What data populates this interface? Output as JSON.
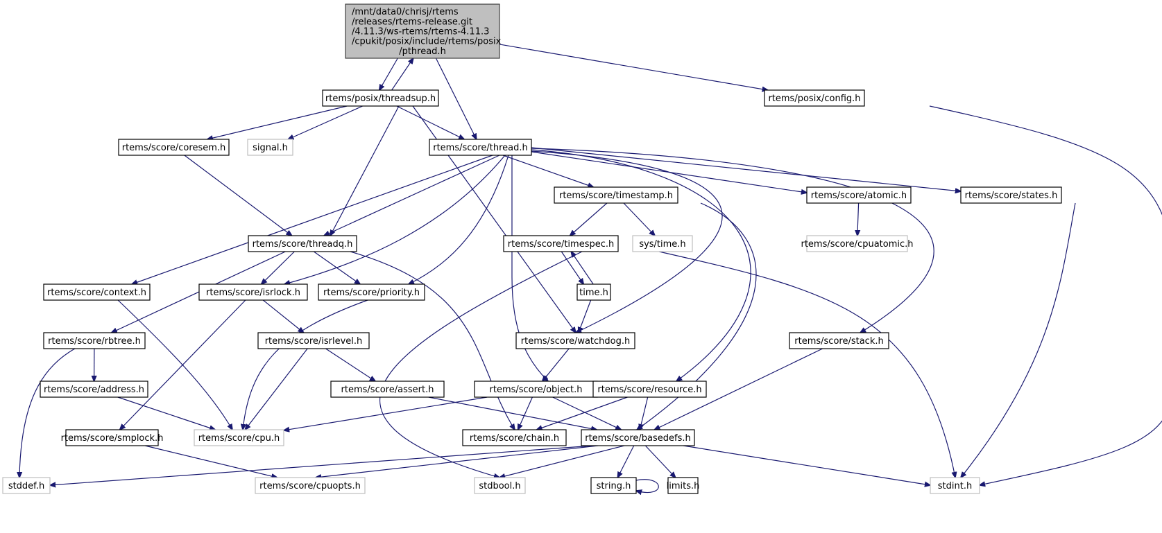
{
  "diagram": {
    "type": "include-dependency-graph",
    "root": "pthread",
    "colors": {
      "edge": "#191970",
      "root_fill": "#bfbfbf",
      "root_border": "#404040",
      "documented_border": "#000000",
      "undocumented_border": "#bfbfbf",
      "node_fill": "#ffffff"
    },
    "nodes": [
      {
        "id": "pthread",
        "label_lines": [
          "/mnt/data0/chrisj/rtems",
          "/releases/rtems-release.git",
          "/4.11.3/ws-rtems/rtems-4.11.3",
          "/cpukit/posix/include/rtems/posix",
          "/pthread.h"
        ],
        "kind": "root"
      },
      {
        "id": "threadsup",
        "label_lines": [
          "rtems/posix/threadsup.h"
        ],
        "kind": "documented"
      },
      {
        "id": "config",
        "label_lines": [
          "rtems/posix/config.h"
        ],
        "kind": "documented"
      },
      {
        "id": "coresem",
        "label_lines": [
          "rtems/score/coresem.h"
        ],
        "kind": "documented"
      },
      {
        "id": "signal",
        "label_lines": [
          "signal.h"
        ],
        "kind": "external"
      },
      {
        "id": "thread",
        "label_lines": [
          "rtems/score/thread.h"
        ],
        "kind": "documented"
      },
      {
        "id": "timestamp",
        "label_lines": [
          "rtems/score/timestamp.h"
        ],
        "kind": "documented"
      },
      {
        "id": "atomic",
        "label_lines": [
          "rtems/score/atomic.h"
        ],
        "kind": "documented"
      },
      {
        "id": "states",
        "label_lines": [
          "rtems/score/states.h"
        ],
        "kind": "documented"
      },
      {
        "id": "threadq",
        "label_lines": [
          "rtems/score/threadq.h"
        ],
        "kind": "documented"
      },
      {
        "id": "timespec",
        "label_lines": [
          "rtems/score/timespec.h"
        ],
        "kind": "documented"
      },
      {
        "id": "systime",
        "label_lines": [
          "sys/time.h"
        ],
        "kind": "external"
      },
      {
        "id": "cpuatomic",
        "label_lines": [
          "rtems/score/cpuatomic.h"
        ],
        "kind": "external"
      },
      {
        "id": "context",
        "label_lines": [
          "rtems/score/context.h"
        ],
        "kind": "documented"
      },
      {
        "id": "isrlock",
        "label_lines": [
          "rtems/score/isrlock.h"
        ],
        "kind": "documented"
      },
      {
        "id": "priority",
        "label_lines": [
          "rtems/score/priority.h"
        ],
        "kind": "documented"
      },
      {
        "id": "time",
        "label_lines": [
          "time.h"
        ],
        "kind": "documented"
      },
      {
        "id": "rbtree",
        "label_lines": [
          "rtems/score/rbtree.h"
        ],
        "kind": "documented"
      },
      {
        "id": "isrlevel",
        "label_lines": [
          "rtems/score/isrlevel.h"
        ],
        "kind": "documented"
      },
      {
        "id": "watchdog",
        "label_lines": [
          "rtems/score/watchdog.h"
        ],
        "kind": "documented"
      },
      {
        "id": "stack",
        "label_lines": [
          "rtems/score/stack.h"
        ],
        "kind": "documented"
      },
      {
        "id": "address",
        "label_lines": [
          "rtems/score/address.h"
        ],
        "kind": "documented"
      },
      {
        "id": "assert",
        "label_lines": [
          "rtems/score/assert.h"
        ],
        "kind": "documented"
      },
      {
        "id": "object",
        "label_lines": [
          "rtems/score/object.h"
        ],
        "kind": "documented"
      },
      {
        "id": "resource",
        "label_lines": [
          "rtems/score/resource.h"
        ],
        "kind": "documented"
      },
      {
        "id": "smplock",
        "label_lines": [
          "rtems/score/smplock.h"
        ],
        "kind": "documented"
      },
      {
        "id": "cpu",
        "label_lines": [
          "rtems/score/cpu.h"
        ],
        "kind": "external"
      },
      {
        "id": "chain",
        "label_lines": [
          "rtems/score/chain.h"
        ],
        "kind": "documented"
      },
      {
        "id": "basedefs",
        "label_lines": [
          "rtems/score/basedefs.h"
        ],
        "kind": "documented"
      },
      {
        "id": "stddef",
        "label_lines": [
          "stddef.h"
        ],
        "kind": "external"
      },
      {
        "id": "cpuopts",
        "label_lines": [
          "rtems/score/cpuopts.h"
        ],
        "kind": "external"
      },
      {
        "id": "stdbool",
        "label_lines": [
          "stdbool.h"
        ],
        "kind": "external"
      },
      {
        "id": "string",
        "label_lines": [
          "string.h"
        ],
        "kind": "documented"
      },
      {
        "id": "limits",
        "label_lines": [
          "limits.h"
        ],
        "kind": "documented"
      },
      {
        "id": "stdint",
        "label_lines": [
          "stdint.h"
        ],
        "kind": "external"
      }
    ],
    "edges": [
      [
        "pthread",
        "threadsup"
      ],
      [
        "threadsup",
        "pthread"
      ],
      [
        "pthread",
        "thread"
      ],
      [
        "pthread",
        "config"
      ],
      [
        "threadsup",
        "coresem"
      ],
      [
        "threadsup",
        "signal"
      ],
      [
        "threadsup",
        "thread"
      ],
      [
        "threadsup",
        "threadq"
      ],
      [
        "threadsup",
        "watchdog"
      ],
      [
        "config",
        "stdint"
      ],
      [
        "coresem",
        "threadq"
      ],
      [
        "thread",
        "threadq"
      ],
      [
        "thread",
        "context"
      ],
      [
        "thread",
        "isrlock"
      ],
      [
        "thread",
        "priority"
      ],
      [
        "thread",
        "object"
      ],
      [
        "thread",
        "timestamp"
      ],
      [
        "thread",
        "watchdog"
      ],
      [
        "thread",
        "resource"
      ],
      [
        "thread",
        "atomic"
      ],
      [
        "thread",
        "states"
      ],
      [
        "thread",
        "stack"
      ],
      [
        "timestamp",
        "timespec"
      ],
      [
        "timestamp",
        "systime"
      ],
      [
        "timestamp",
        "basedefs"
      ],
      [
        "atomic",
        "cpuatomic"
      ],
      [
        "states",
        "stdint"
      ],
      [
        "threadq",
        "rbtree"
      ],
      [
        "threadq",
        "isrlock"
      ],
      [
        "threadq",
        "priority"
      ],
      [
        "threadq",
        "chain"
      ],
      [
        "timespec",
        "time"
      ],
      [
        "time",
        "timespec"
      ],
      [
        "timespec",
        "stdbool"
      ],
      [
        "timespec",
        "stdint"
      ],
      [
        "time",
        "watchdog"
      ],
      [
        "context",
        "cpu"
      ],
      [
        "isrlock",
        "isrlevel"
      ],
      [
        "isrlock",
        "smplock"
      ],
      [
        "priority",
        "cpu"
      ],
      [
        "rbtree",
        "address"
      ],
      [
        "rbtree",
        "stddef"
      ],
      [
        "isrlevel",
        "cpu"
      ],
      [
        "isrlevel",
        "assert"
      ],
      [
        "watchdog",
        "object"
      ],
      [
        "stack",
        "basedefs"
      ],
      [
        "address",
        "cpu"
      ],
      [
        "assert",
        "basedefs"
      ],
      [
        "object",
        "cpu"
      ],
      [
        "object",
        "chain"
      ],
      [
        "object",
        "basedefs"
      ],
      [
        "resource",
        "chain"
      ],
      [
        "resource",
        "basedefs"
      ],
      [
        "smplock",
        "cpuopts"
      ],
      [
        "basedefs",
        "stddef"
      ],
      [
        "basedefs",
        "cpuopts"
      ],
      [
        "basedefs",
        "stdbool"
      ],
      [
        "basedefs",
        "string"
      ],
      [
        "basedefs",
        "limits"
      ],
      [
        "basedefs",
        "stdint"
      ],
      [
        "string",
        "string"
      ]
    ]
  }
}
